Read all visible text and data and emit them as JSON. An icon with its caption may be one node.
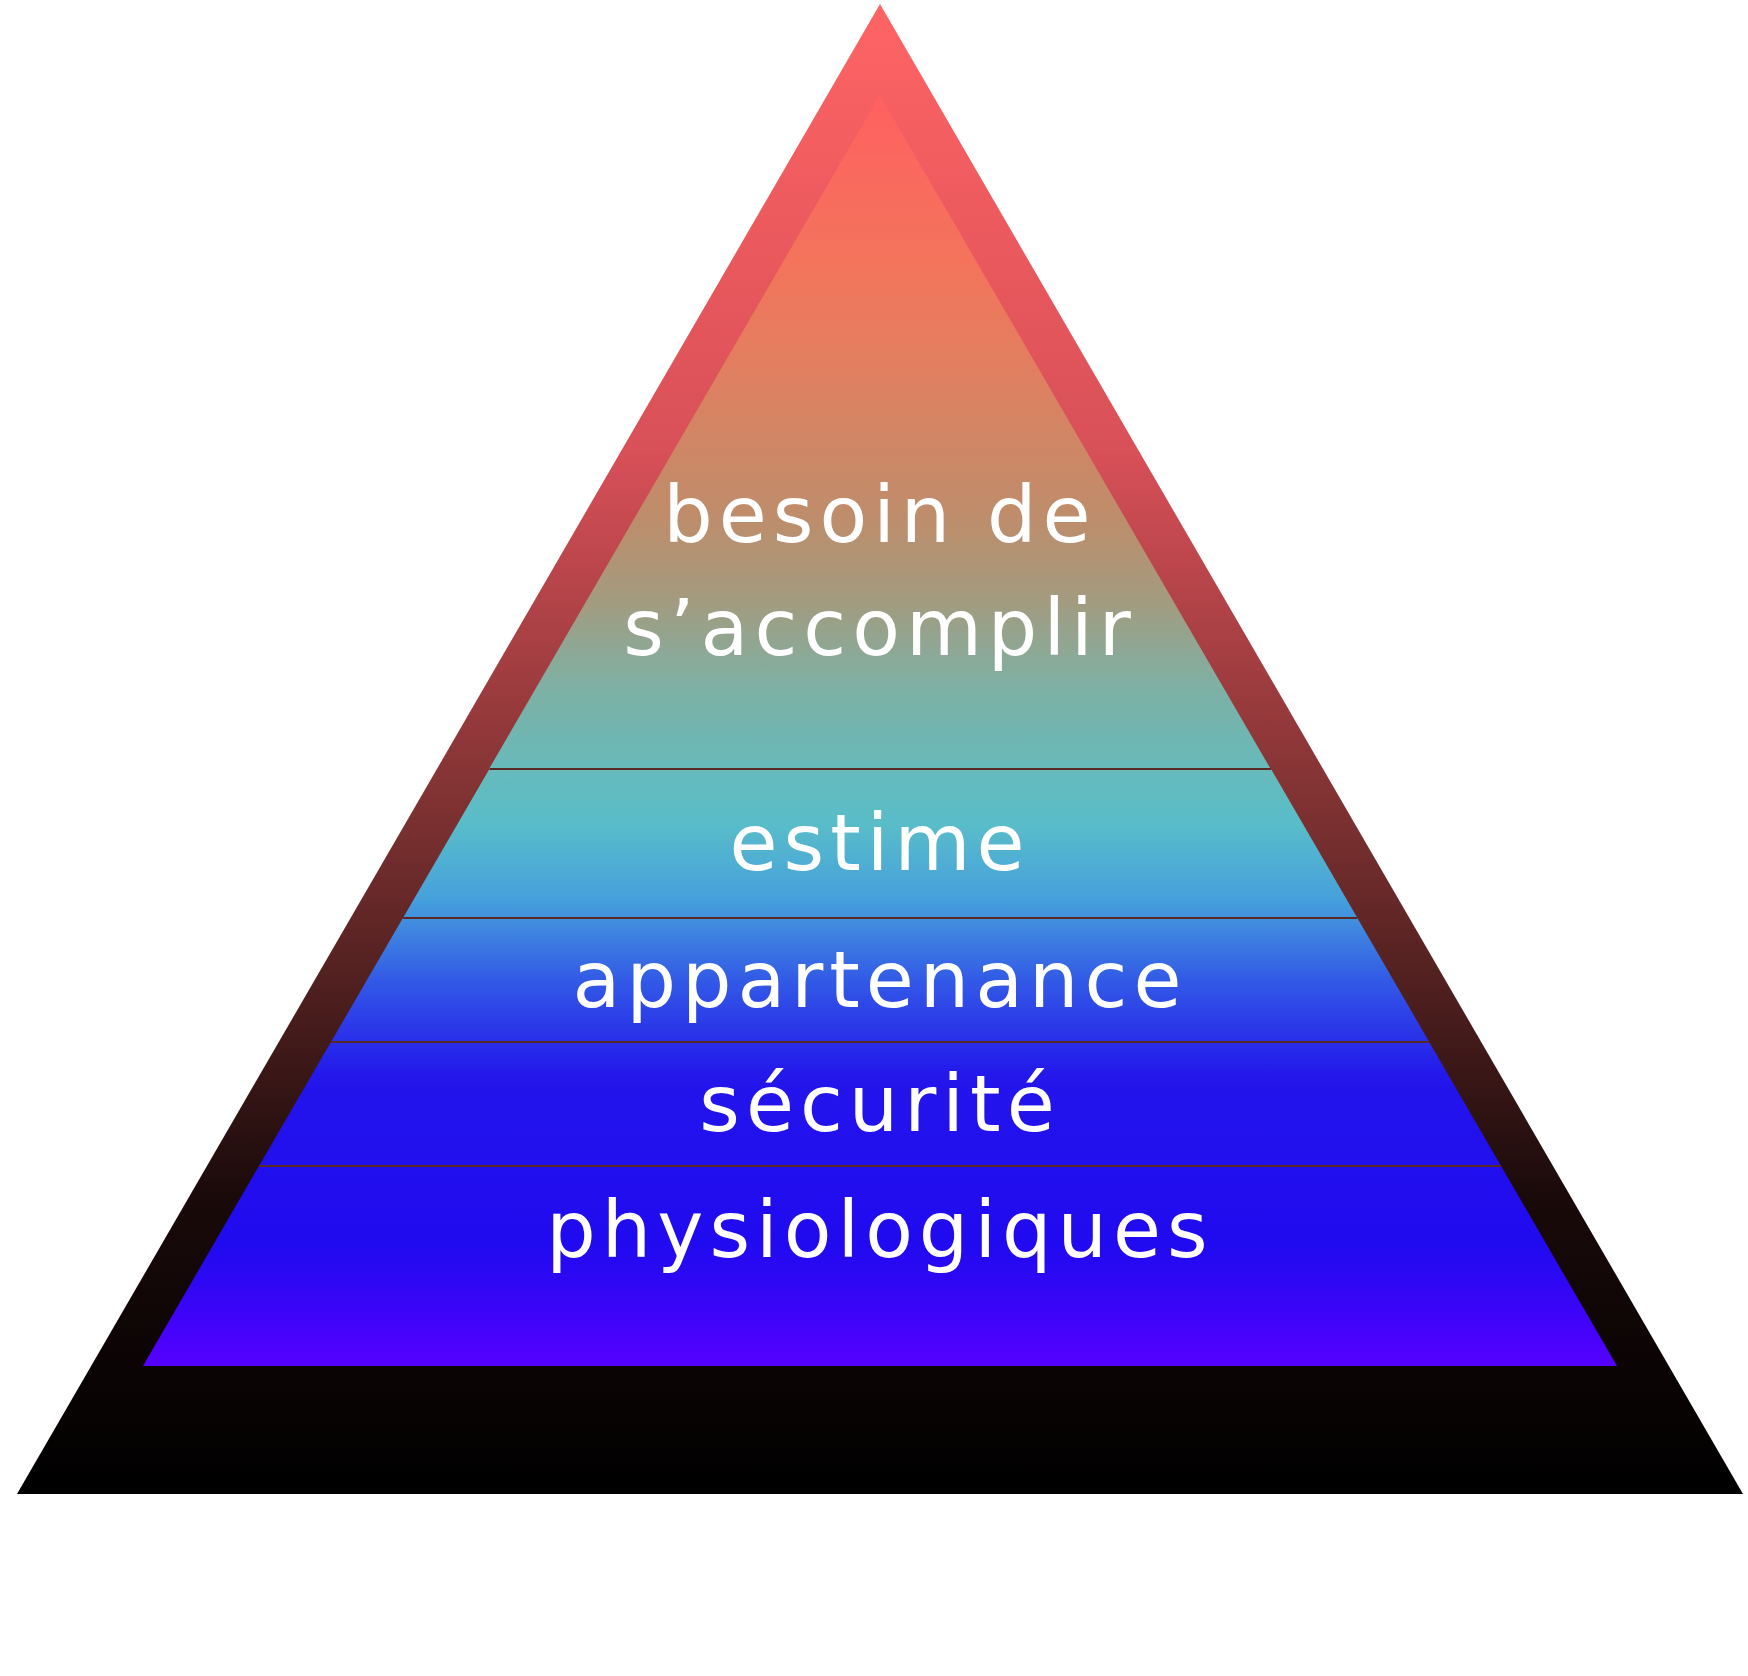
{
  "diagram": {
    "nodes": [
      {
        "text": [
          "besoin de s’accomplir"
        ]
      },
      {
        "text": [
          "estime"
        ]
      },
      {
        "text": [
          "appartenance"
        ]
      },
      {
        "text": [
          "sécurité"
        ]
      },
      {
        "text": [
          "physiologiques"
        ]
      }
    ]
  }
}
